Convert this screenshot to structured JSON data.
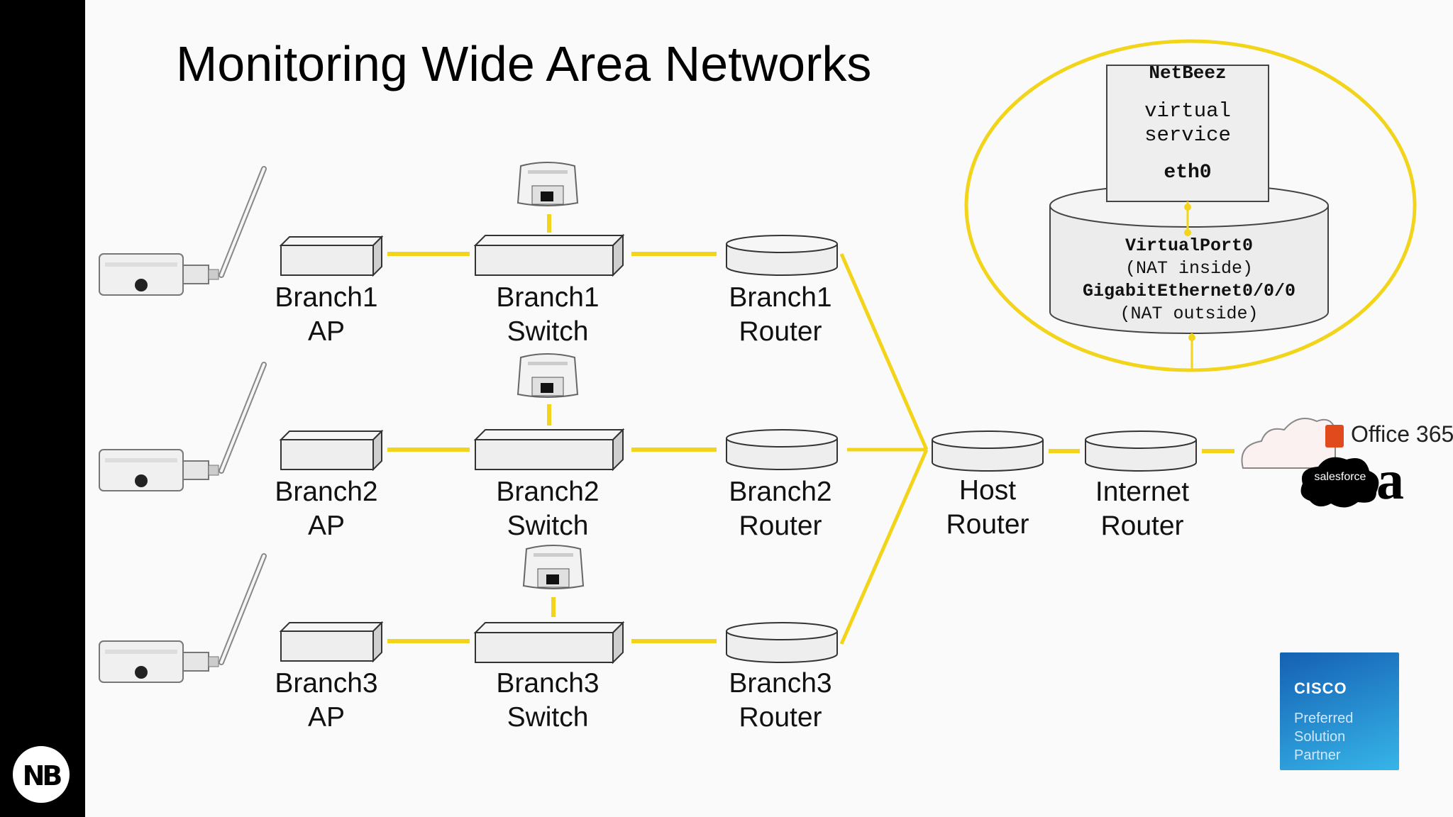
{
  "title": "Monitoring Wide Area Networks",
  "colors": {
    "link": "#f2d41a",
    "device_fill": "#ececec",
    "device_stroke": "#444444",
    "sidebar": "#000000"
  },
  "branches": [
    {
      "ap": [
        "Branch1",
        "AP"
      ],
      "switch": [
        "Branch1",
        "Switch"
      ],
      "router": [
        "Branch1",
        "Router"
      ]
    },
    {
      "ap": [
        "Branch2",
        "AP"
      ],
      "switch": [
        "Branch2",
        "Switch"
      ],
      "router": [
        "Branch2",
        "Router"
      ]
    },
    {
      "ap": [
        "Branch3",
        "AP"
      ],
      "switch": [
        "Branch3",
        "Switch"
      ],
      "router": [
        "Branch3",
        "Router"
      ]
    }
  ],
  "host_router": [
    "Host",
    "Router"
  ],
  "internet_router": [
    "Internet",
    "Router"
  ],
  "netbeez_box": {
    "title": "NetBeez",
    "line1": "virtual",
    "line2": "service",
    "iface": "eth0"
  },
  "host_router_detail": {
    "port1": "VirtualPort0",
    "port1_note": "(NAT inside)",
    "port2": "GigabitEthernet0/0/0",
    "port2_note": "(NAT outside)"
  },
  "services": {
    "office": "Office 365",
    "salesforce": "salesforce",
    "amazon": "a"
  },
  "cisco_badge": {
    "brand": "CISCO",
    "line1": "Preferred",
    "line2": "Solution",
    "line3": "Partner"
  },
  "logo": "NB"
}
